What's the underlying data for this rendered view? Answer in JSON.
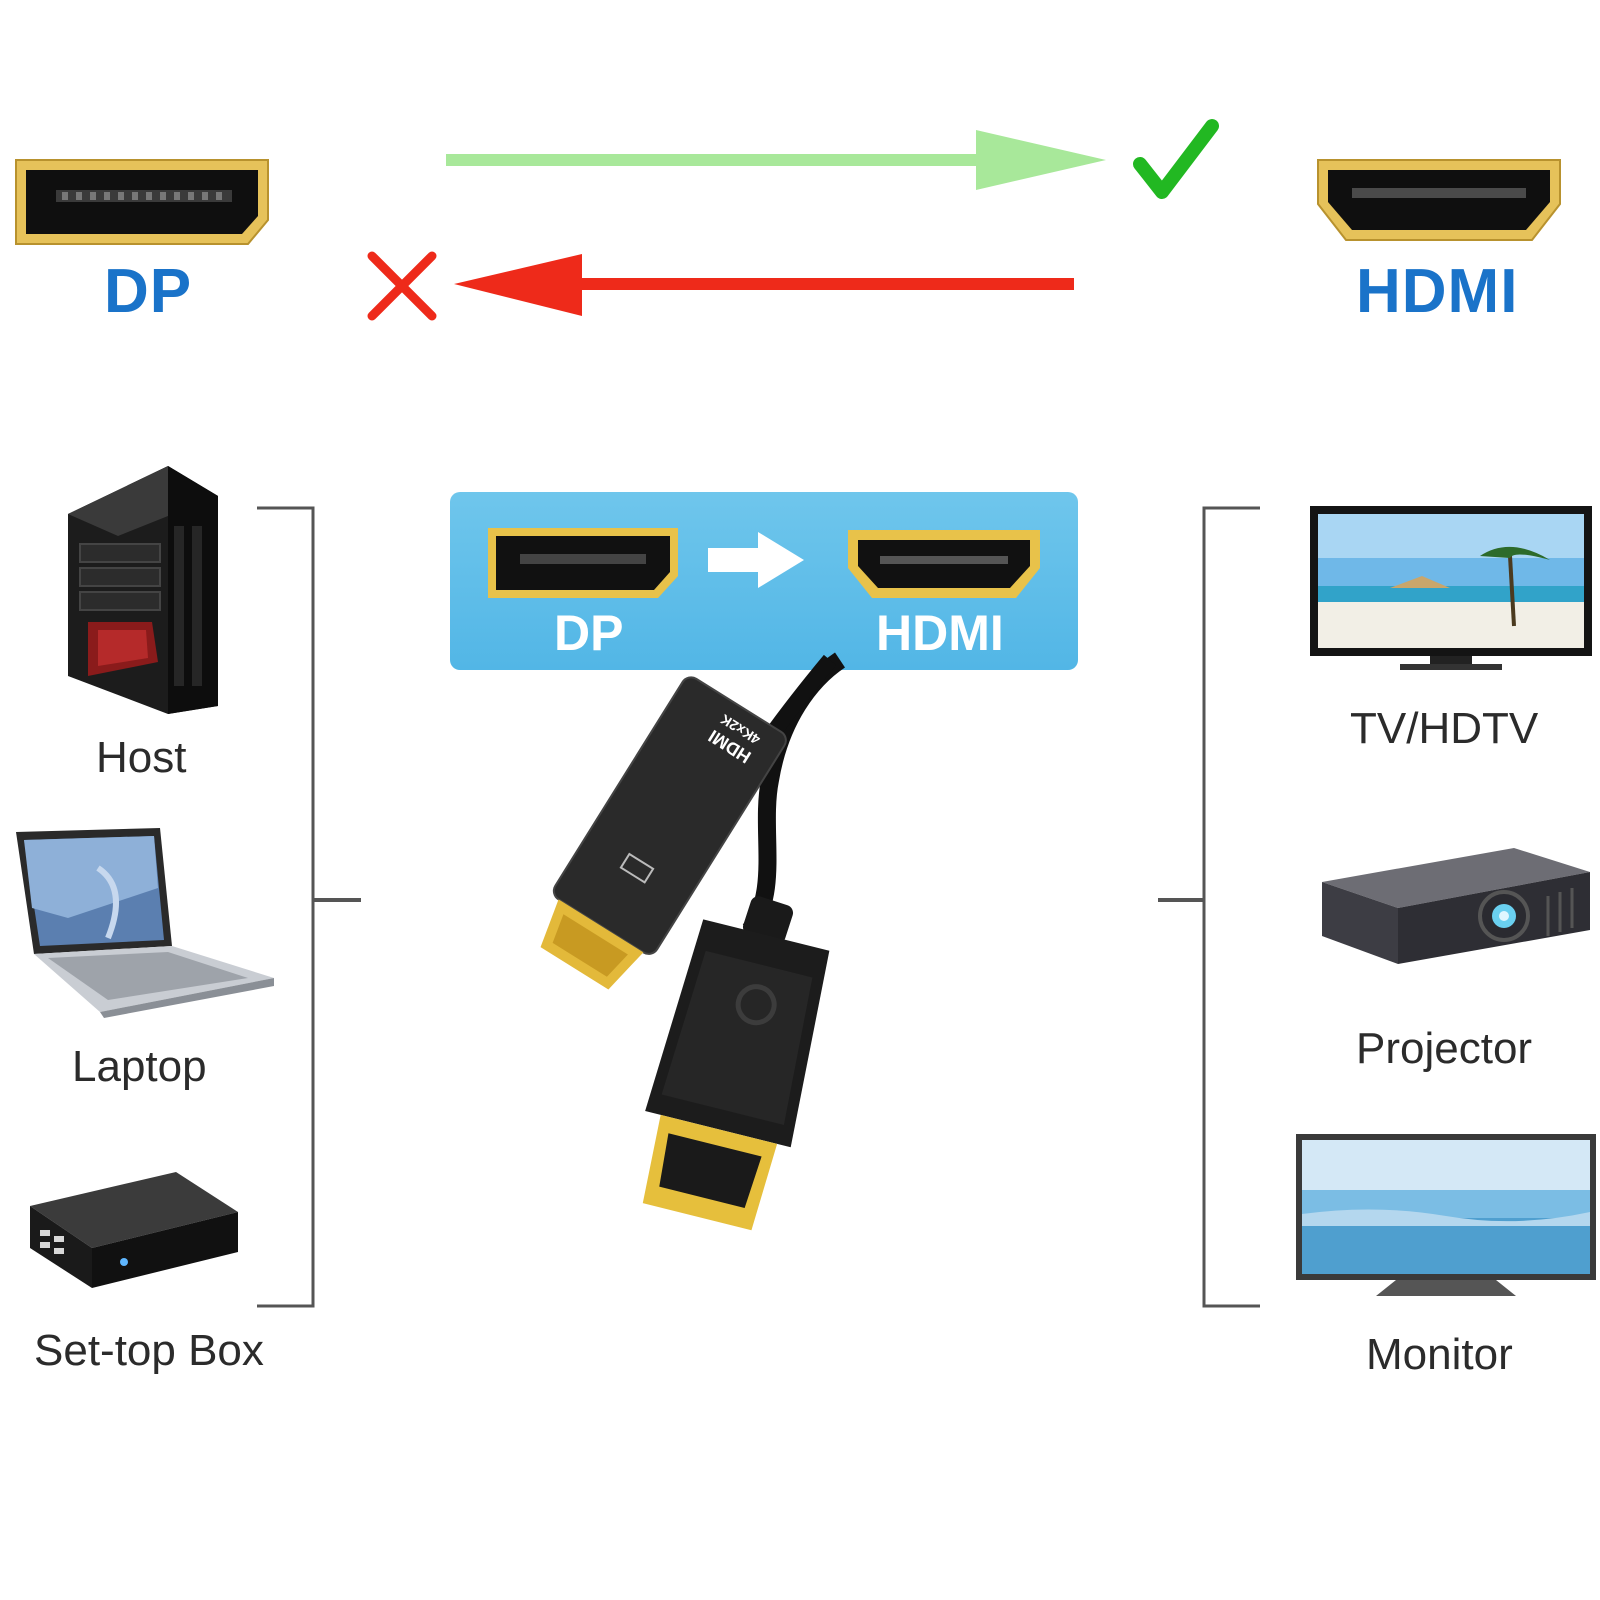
{
  "top": {
    "left_port_label": "DP",
    "right_port_label": "HDMI"
  },
  "banner": {
    "left_label": "DP",
    "right_label": "HDMI"
  },
  "cable": {
    "hdmi_plug_line1": "HDMI",
    "hdmi_plug_line2": "4Kx2K"
  },
  "sources": [
    "Host",
    "Laptop",
    "Set-top Box"
  ],
  "displays": [
    "TV/HDTV",
    "Projector",
    "Monitor"
  ],
  "colors": {
    "label_blue": "#1a73c9",
    "arrow_green": "#a8e89a",
    "check_green": "#22b822",
    "arrow_red": "#ee2a1a",
    "banner_blue": "#5bbde9",
    "gold": "#e8c24a"
  },
  "icons": {
    "supported": "check-icon",
    "unsupported": "cross-icon"
  }
}
